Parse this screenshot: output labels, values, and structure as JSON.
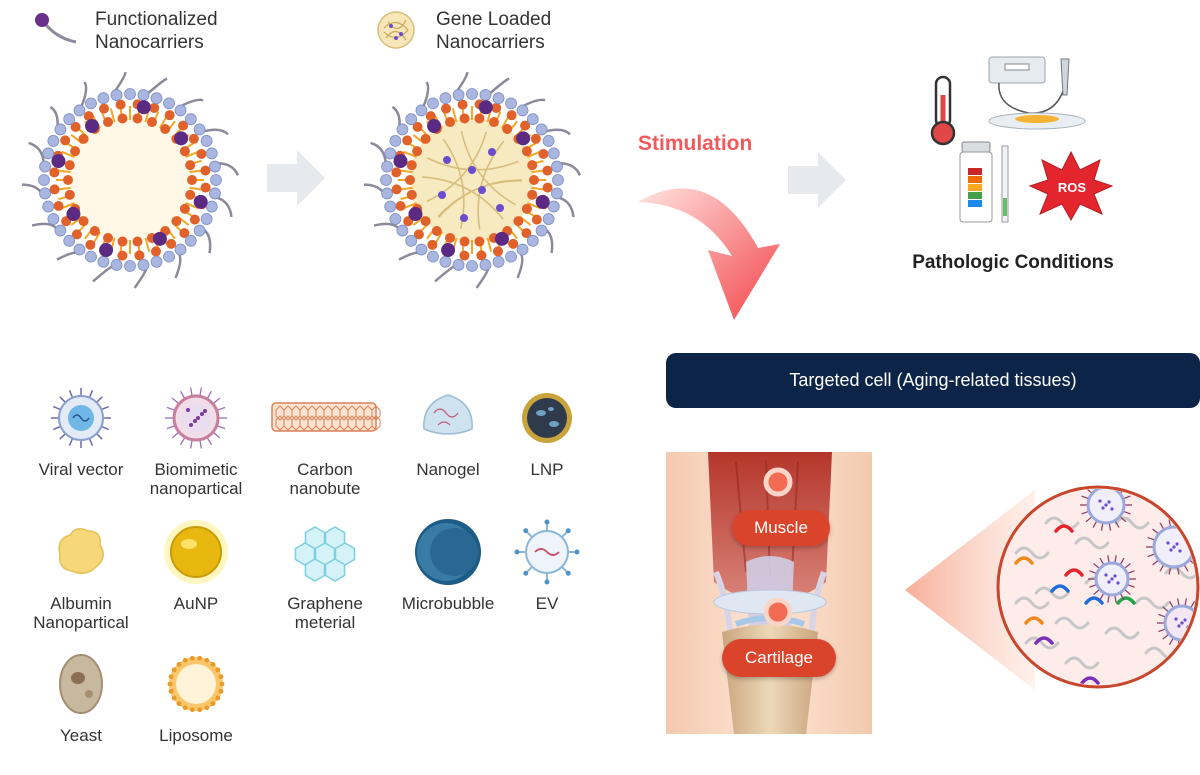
{
  "legend": {
    "functionalized": "Functionalized\nNanocarriers",
    "gene_loaded": "Gene Loaded\nNanocarriers"
  },
  "stimulation": "Stimulation",
  "pathologic": {
    "title": "Pathologic Conditions",
    "ros_label": "ROS"
  },
  "target_bar": "Targeted cell (Aging-related tissues)",
  "carriers": [
    {
      "label": "Viral vector",
      "icon": "viral-vector-icon"
    },
    {
      "label": "Biomimetic\nnanopartical",
      "icon": "biomimetic-icon"
    },
    {
      "label": "Carbon\nnanobute",
      "icon": "carbon-nanotube-icon"
    },
    {
      "label": "Nanogel",
      "icon": "nanogel-icon"
    },
    {
      "label": "LNP",
      "icon": "lnp-icon"
    },
    {
      "label": "Albumin\nNanopartical",
      "icon": "albumin-icon"
    },
    {
      "label": "AuNP",
      "icon": "aunp-icon"
    },
    {
      "label": "Graphene\nmeterial",
      "icon": "graphene-icon"
    },
    {
      "label": "Microbubble",
      "icon": "microbubble-icon"
    },
    {
      "label": "EV",
      "icon": "ev-icon"
    },
    {
      "label": "Yeast",
      "icon": "yeast-icon"
    },
    {
      "label": "Liposome",
      "icon": "liposome-icon"
    }
  ],
  "tissues": {
    "muscle": "Muscle",
    "cartilage": "Cartilage"
  },
  "colors": {
    "navy": "#0b2447",
    "stimulation": "#f2595b",
    "tissue_pill": "#d9442b",
    "lipid_orange": "#f5a623",
    "bead_blue": "#a9b6e0",
    "head_orange": "#e0622a",
    "purple": "#5b2a82"
  }
}
